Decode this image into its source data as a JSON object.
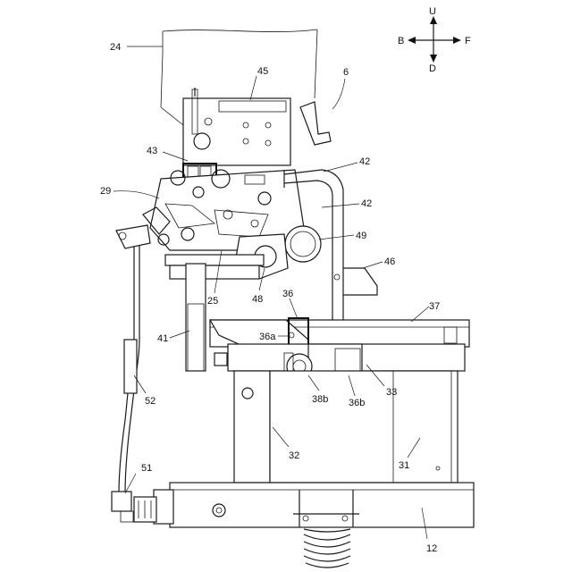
{
  "compass": {
    "up": "U",
    "down": "D",
    "back": "B",
    "front": "F"
  },
  "labels": [
    {
      "id": "24",
      "text": "24"
    },
    {
      "id": "45",
      "text": "45"
    },
    {
      "id": "6",
      "text": "6"
    },
    {
      "id": "43",
      "text": "43"
    },
    {
      "id": "42a",
      "text": "42"
    },
    {
      "id": "29",
      "text": "29"
    },
    {
      "id": "42b",
      "text": "42"
    },
    {
      "id": "49",
      "text": "49"
    },
    {
      "id": "46",
      "text": "46"
    },
    {
      "id": "25",
      "text": "25"
    },
    {
      "id": "48",
      "text": "48"
    },
    {
      "id": "36",
      "text": "36"
    },
    {
      "id": "37",
      "text": "37"
    },
    {
      "id": "41",
      "text": "41"
    },
    {
      "id": "36a",
      "text": "36a"
    },
    {
      "id": "33",
      "text": "33"
    },
    {
      "id": "52",
      "text": "52"
    },
    {
      "id": "38b",
      "text": "38b"
    },
    {
      "id": "36b",
      "text": "36b"
    },
    {
      "id": "32",
      "text": "32"
    },
    {
      "id": "31",
      "text": "31"
    },
    {
      "id": "51",
      "text": "51"
    },
    {
      "id": "12",
      "text": "12"
    }
  ]
}
